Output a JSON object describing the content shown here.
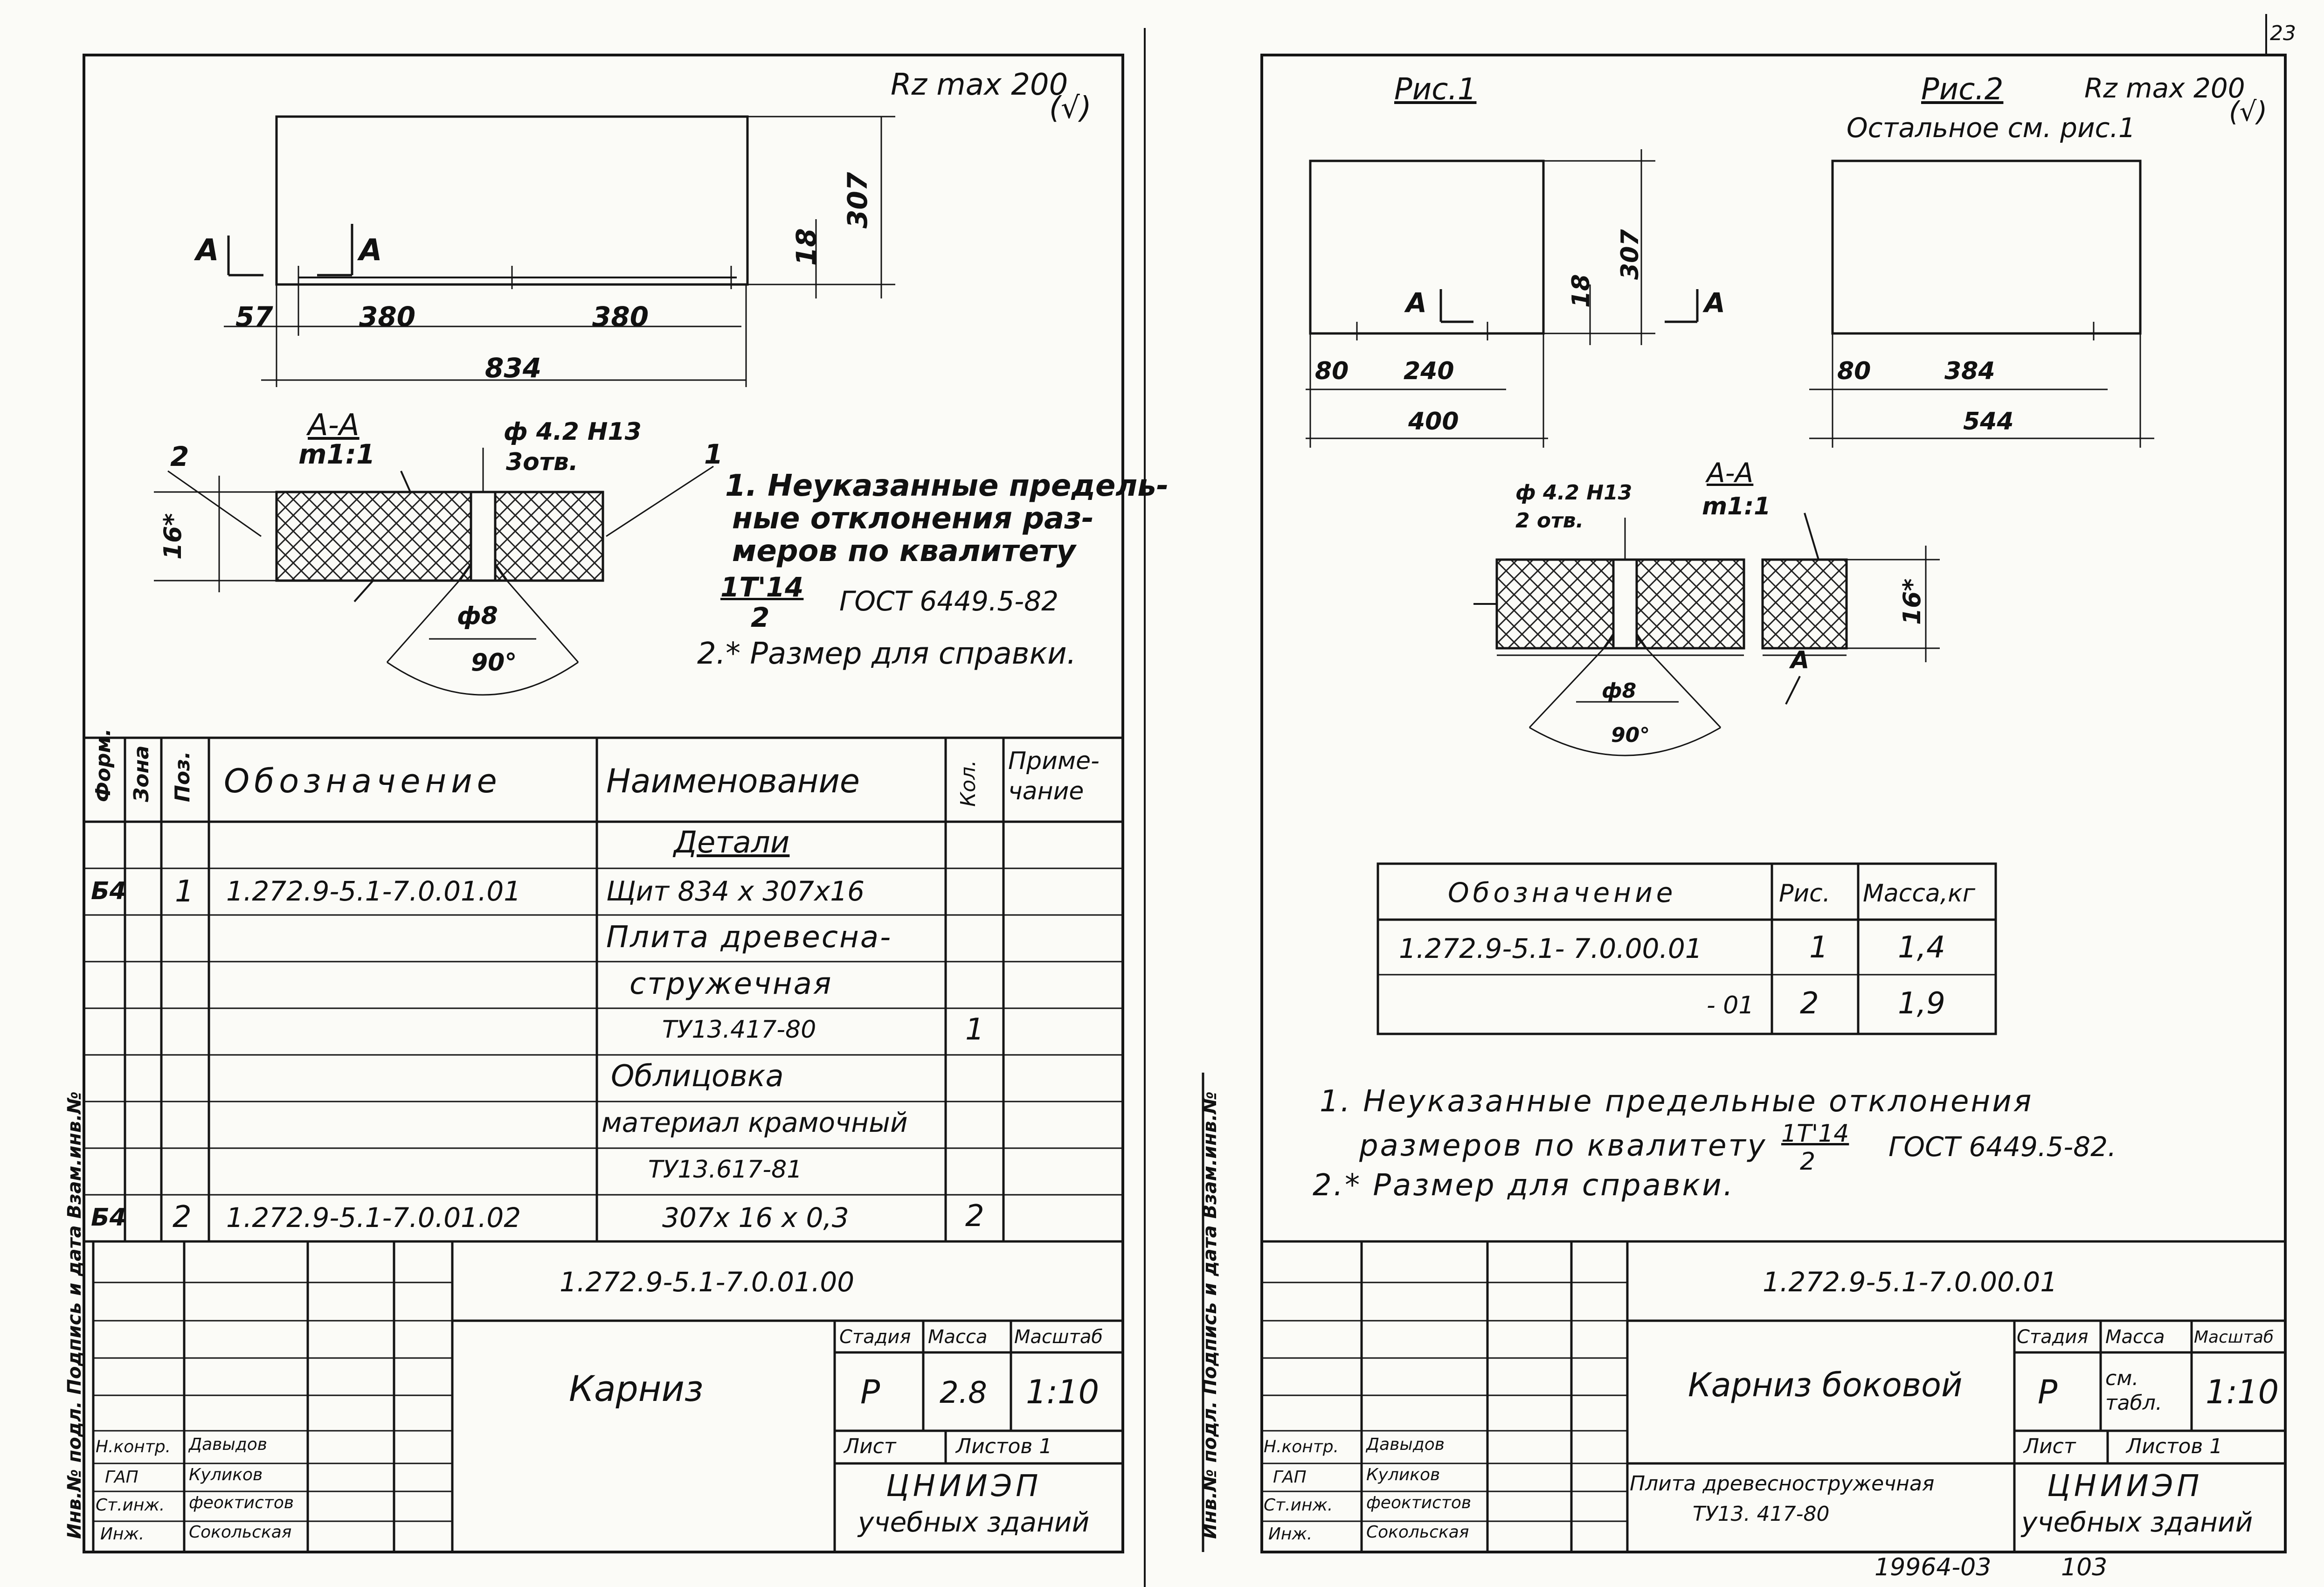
{
  "page_corner": "23",
  "left": {
    "roughness": "Rz max 200",
    "roughness_sub": "(√)",
    "dims": {
      "d57": "57",
      "d380a": "380",
      "d380b": "380",
      "d834": "834",
      "d18": "18",
      "d307": "307",
      "d16": "16*",
      "d8": "ф8",
      "d90": "90°"
    },
    "section_marks": {
      "a1": "А",
      "a2": "А"
    },
    "section_title": "А-А",
    "section_scale": "m1:1",
    "hole": "ф 4.2 Н13",
    "hole_count": "3отв.",
    "pos_labels": {
      "p1": "1",
      "p2": "2"
    },
    "notes": [
      "1. Неуказанные предель-",
      "ные отклонения раз-",
      "меров по квалитету",
      "1Т'14",
      "2",
      "ГОСТ 6449.5-82",
      "2.* Размер для справки."
    ],
    "spec_header": {
      "form": "Форм.",
      "zone": "Зона",
      "pos": "Поз.",
      "designation": "Обозначение",
      "name": "Наименование",
      "qty": "Кол.",
      "note": "Приме-чание"
    },
    "spec_section": "Детали",
    "spec_rows": [
      {
        "form": "Б4",
        "pos": "1",
        "designation": "1.272.9-5.1-7.0.01.01",
        "name": "Щит 834 х 307х16",
        "qty": ""
      },
      {
        "form": "",
        "pos": "",
        "designation": "",
        "name": "Плита древесна-",
        "qty": ""
      },
      {
        "form": "",
        "pos": "",
        "designation": "",
        "name": "стружечная",
        "qty": ""
      },
      {
        "form": "",
        "pos": "",
        "designation": "",
        "name": "ТУ13.417-80",
        "qty": "1"
      },
      {
        "form": "",
        "pos": "",
        "designation": "",
        "name": "Облицовка",
        "qty": ""
      },
      {
        "form": "",
        "pos": "",
        "designation": "",
        "name": "материал крамочный",
        "qty": ""
      },
      {
        "form": "",
        "pos": "",
        "designation": "",
        "name": "ТУ13.617-81",
        "qty": ""
      },
      {
        "form": "Б4",
        "pos": "2",
        "designation": "1.272.9-5.1-7.0.01.02",
        "name": "307х 16 х 0,3",
        "qty": "2"
      }
    ],
    "stamp": {
      "code": "1.272.9-5.1-7.0.01.00",
      "title": "Карниз",
      "stage_h": "Стадия",
      "mass_h": "Масса",
      "scale_h": "Масштаб",
      "stage": "Р",
      "mass": "2.8",
      "scale": "1:10",
      "sheet": "Лист",
      "sheets": "Листов 1",
      "org1": "ЦНИИЭП",
      "org2": "учебных зданий",
      "people": [
        {
          "role": "Н.контр.",
          "name": "Давыдов"
        },
        {
          "role": "ГАП",
          "name": "Куликов"
        },
        {
          "role": "Ст.инж.",
          "name": "феоктистов"
        },
        {
          "role": "Инж.",
          "name": "Сокольская"
        }
      ],
      "side_label": "Инв.№ подл. Подпись и дата Взам.инв.№"
    }
  },
  "right": {
    "fig1": "Рис.1",
    "fig2": "Рис.2",
    "fig2_note": "Остальное см. рис.1",
    "roughness": "Rz max 200",
    "roughness_sub": "(√)",
    "dims1": {
      "d80": "80",
      "d240": "240",
      "d400": "400",
      "d18": "18",
      "d307": "307"
    },
    "dims2": {
      "d80": "80",
      "d384": "384",
      "d544": "544"
    },
    "section_marks": {
      "a1": "А",
      "a2": "А",
      "a3": "А"
    },
    "section_title": "А-А",
    "section_scale": "m1:1",
    "hole": "ф 4.2 Н13",
    "hole_count": "2 отв.",
    "dim16": "16*",
    "dim8": "ф8",
    "dim90": "90°",
    "table_header": {
      "designation": "Обозначение",
      "fig": "Рис.",
      "mass": "Масса,кг"
    },
    "table_rows": [
      {
        "designation": "1.272.9-5.1- 7.0.00.01",
        "fig": "1",
        "mass": "1,4"
      },
      {
        "designation": "- 01",
        "fig": "2",
        "mass": "1,9"
      }
    ],
    "notes": [
      "1. Неуказанные предельные отклонения",
      "размеров по квалитету",
      "1Т'14",
      "2",
      "ГОСТ 6449.5-82.",
      "2.* Размер для справки."
    ],
    "stamp": {
      "code": "1.272.9-5.1-7.0.00.01",
      "title": "Карниз боковой",
      "material1": "Плита древесностружечная",
      "material2": "ТУ13. 417-80",
      "stage_h": "Стадия",
      "mass_h": "Масса",
      "scale_h": "Масштаб",
      "stage": "Р",
      "mass": "см. табл.",
      "scale": "1:10",
      "sheet": "Лист",
      "sheets": "Листов 1",
      "org1": "ЦНИИЭП",
      "org2": "учебных зданий",
      "people": [
        {
          "role": "Н.контр.",
          "name": "Давыдов"
        },
        {
          "role": "ГАП",
          "name": "Куликов"
        },
        {
          "role": "Ст.инж.",
          "name": "феоктистов"
        },
        {
          "role": "Инж.",
          "name": "Сокольская"
        }
      ],
      "side_label": "Инв.№ подл. Подпись и дата Взам.инв.№"
    },
    "archive": "19964-03",
    "archive_page": "103"
  }
}
